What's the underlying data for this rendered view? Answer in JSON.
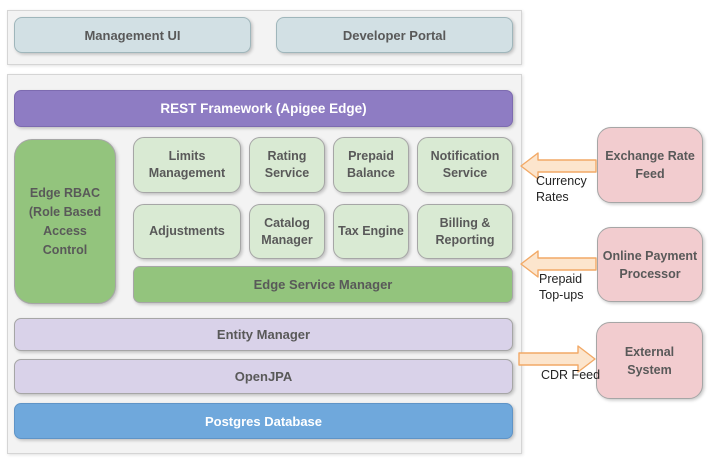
{
  "top_layer": {
    "management_ui": "Management UI",
    "developer_portal": "Developer Portal"
  },
  "core": {
    "rest_framework": "REST Framework (Apigee Edge)",
    "edge_rbac_lines": [
      "Edge RBAC",
      "(Role Based",
      "Access",
      "Control"
    ],
    "services": [
      "Limits Management",
      "Rating Service",
      "Prepaid Balance",
      "Notification Service",
      "Adjustments",
      "Catalog Manager",
      "Tax Engine",
      "Billing & Reporting"
    ],
    "edge_service_manager": "Edge Service Manager",
    "entity_manager": "Entity Manager",
    "open_jpa": "OpenJPA",
    "postgres": "Postgres Database"
  },
  "externals": [
    {
      "label": "Exchange Rate Feed",
      "flow": "Currency Rates",
      "direction": "in"
    },
    {
      "label": "Online Payment Processor",
      "flow": "Prepaid Top-ups",
      "direction": "in"
    },
    {
      "label": "External System",
      "flow": "CDR Feed",
      "direction": "out"
    }
  ],
  "colors": {
    "rest_purple": "#8e7cc3",
    "green": "#93c47d",
    "light_green": "#d9ead3",
    "lavender": "#d9d2e9",
    "blue": "#6fa8dc",
    "pink": "#f2cccf",
    "teal_gray": "#d2e0e4",
    "arrow_fill": "#fce5cd",
    "arrow_stroke": "#f2a966"
  }
}
